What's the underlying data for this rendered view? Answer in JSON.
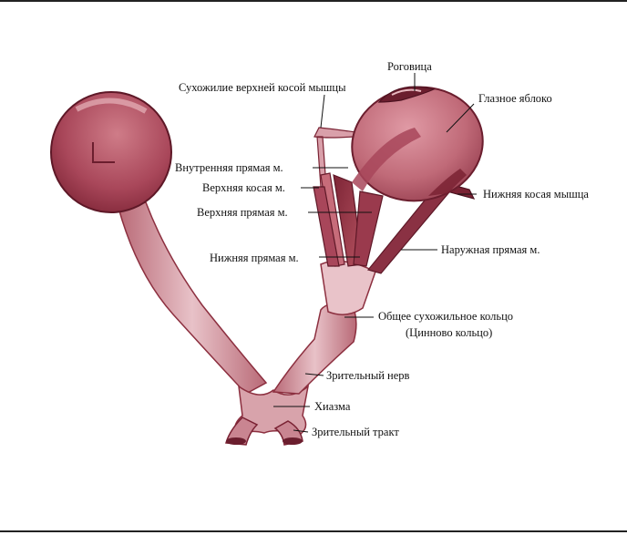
{
  "diagram": {
    "labels": {
      "cornea": "Роговица",
      "superior_oblique_tendon": "Сухожилие верхней косой мышцы",
      "eyeball": "Глазное яблоко",
      "medial_rectus": "Внутренняя прямая м.",
      "superior_oblique": "Верхняя косая м.",
      "inferior_oblique": "Нижняя косая мышца",
      "superior_rectus": "Верхняя прямая м.",
      "lateral_rectus": "Наружная прямая м.",
      "inferior_rectus": "Нижняя прямая м.",
      "annulus": "Общее сухожильное кольцо",
      "annulus_alt": "(Цинново кольцо)",
      "optic_nerve": "Зрительный нерв",
      "chiasm": "Хиазма",
      "optic_tract": "Зрительный тракт"
    },
    "colors": {
      "tissue_dark": "#8c2f3f",
      "tissue_mid": "#b85a68",
      "tissue_light": "#d99aa4",
      "tissue_pale": "#edc9cf",
      "ink": "#111111"
    }
  }
}
